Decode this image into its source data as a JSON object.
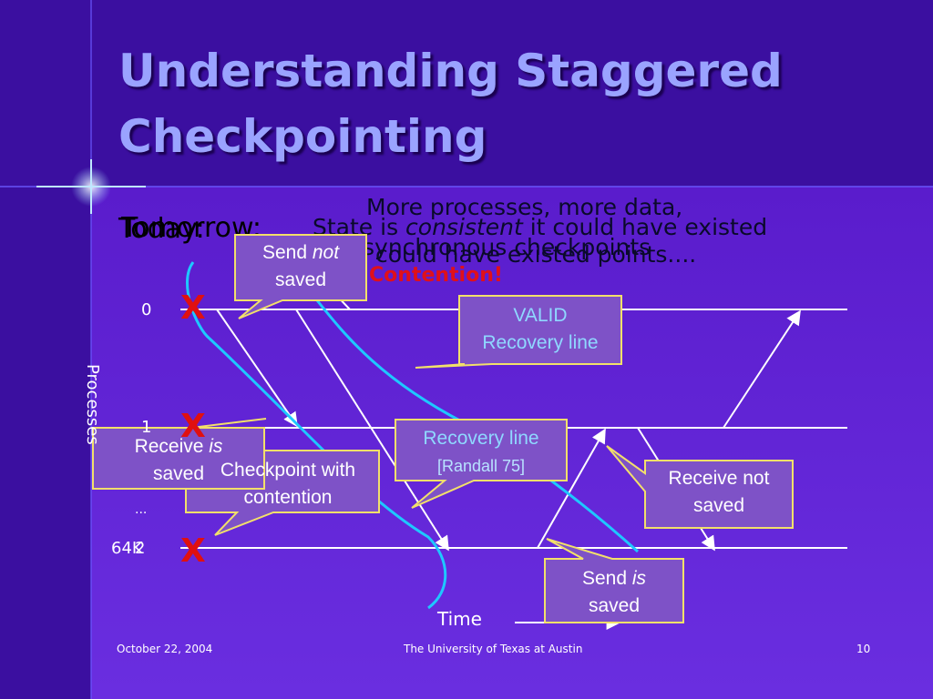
{
  "slide": {
    "title_line1": "Understanding Staggered",
    "title_line2": "Checkpointing",
    "today_label": "Today:",
    "tomorrow_label": "Tomorrow:",
    "more_processes_line1": "More processes, more data,",
    "state_consistent_prefix": "State is ",
    "state_consistent_word": "consistent",
    "state_consistent_suffix": "  it could have existed",
    "synchronous_line": "synchronous checkpoints",
    "could_have_existed_line": "could have existed points....",
    "contention_label": "Contention!",
    "time_label": "Time",
    "processes_label": "Processes",
    "process_0": "0",
    "process_1": "1",
    "process_ellipsis": "...",
    "process_64k": "64K",
    "process_2": "2",
    "x_mark": "X",
    "footer_date": "October 22, 2004",
    "footer_org": "The University of Texas at Austin",
    "footer_page": "10"
  },
  "callouts": {
    "send_not_saved": {
      "line1": "Send ",
      "line1_italic": "not",
      "line2": "saved"
    },
    "valid_recovery": {
      "line1": "VALID",
      "line2": "Recovery line"
    },
    "receive_is_saved": {
      "line1": "Receive ",
      "line1_italic": "is",
      "line2": "saved"
    },
    "checkpoint_contention": {
      "line1": "Checkpoint with",
      "line2": "contention"
    },
    "recovery_line": {
      "line1": "Recovery line",
      "line2": "[Randall 75]"
    },
    "receive_not_saved": {
      "line1": "Receive not",
      "line2": "saved"
    },
    "send_is_saved": {
      "line1": "Send ",
      "line1_italic": "is",
      "line2": "saved"
    }
  },
  "colors": {
    "background_top": "#3b0fa0",
    "panel": "#5b1ed0",
    "callout_fill": "#7e52c7",
    "callout_border": "#f2e06a",
    "recovery_curve": "#1ec8ff",
    "title": "#9aa3ff",
    "x_mark": "#e01010"
  }
}
